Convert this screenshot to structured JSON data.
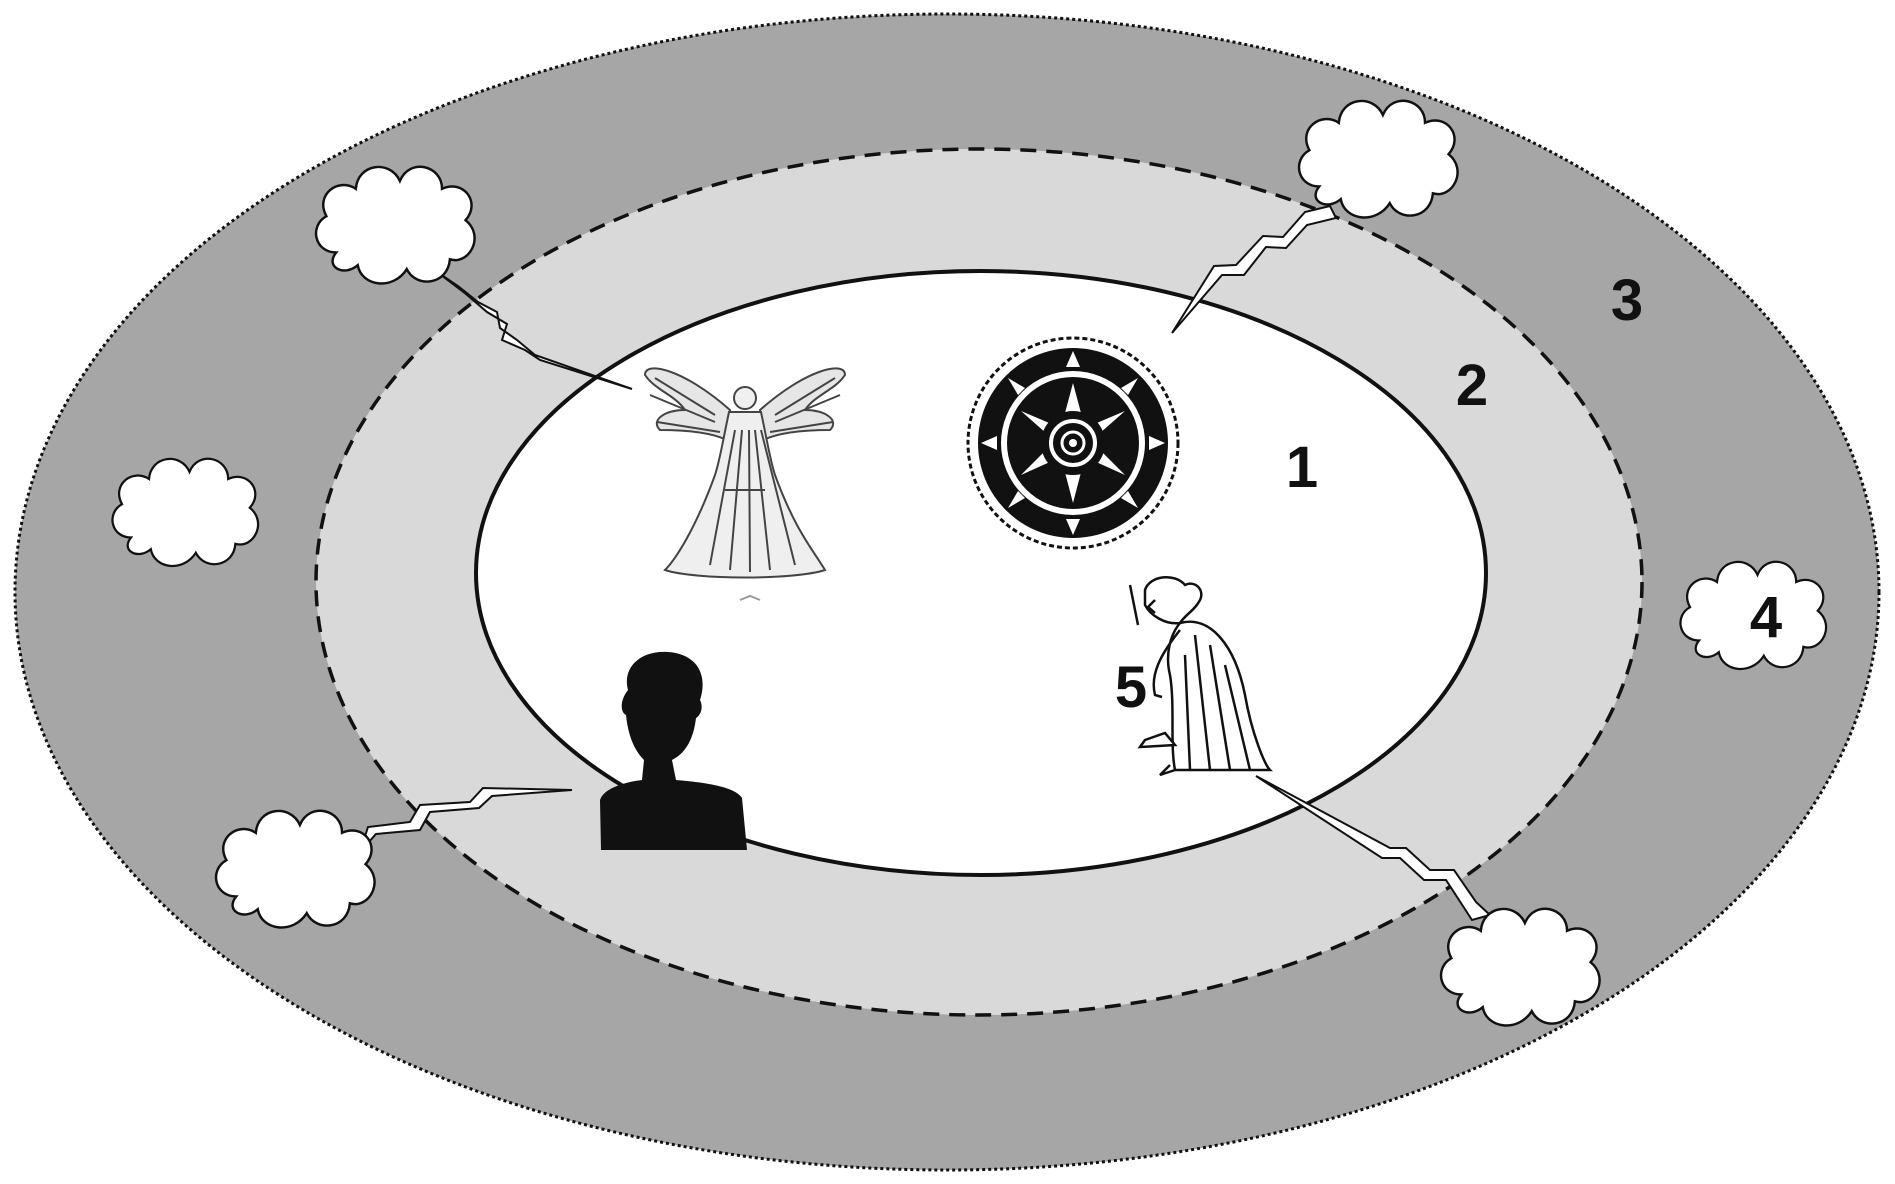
{
  "labels": {
    "zone_1": "1",
    "zone_2": "2",
    "zone_3": "3",
    "cloud_4": "4",
    "figure_5": "5"
  },
  "colors": {
    "outer_ring": "#a6a6a6",
    "middle_ring": "#d9d9d9",
    "inner_zone": "#ffffff",
    "outline": "#111111",
    "cloud_fill": "#ffffff",
    "silhouette": "#111111"
  },
  "figures": {
    "angel": "angel-icon",
    "ornament": "sun-ornament-icon",
    "old_woman": "old-woman-icon",
    "person": "person-silhouette-icon",
    "cloud": "thought-cloud-icon"
  }
}
